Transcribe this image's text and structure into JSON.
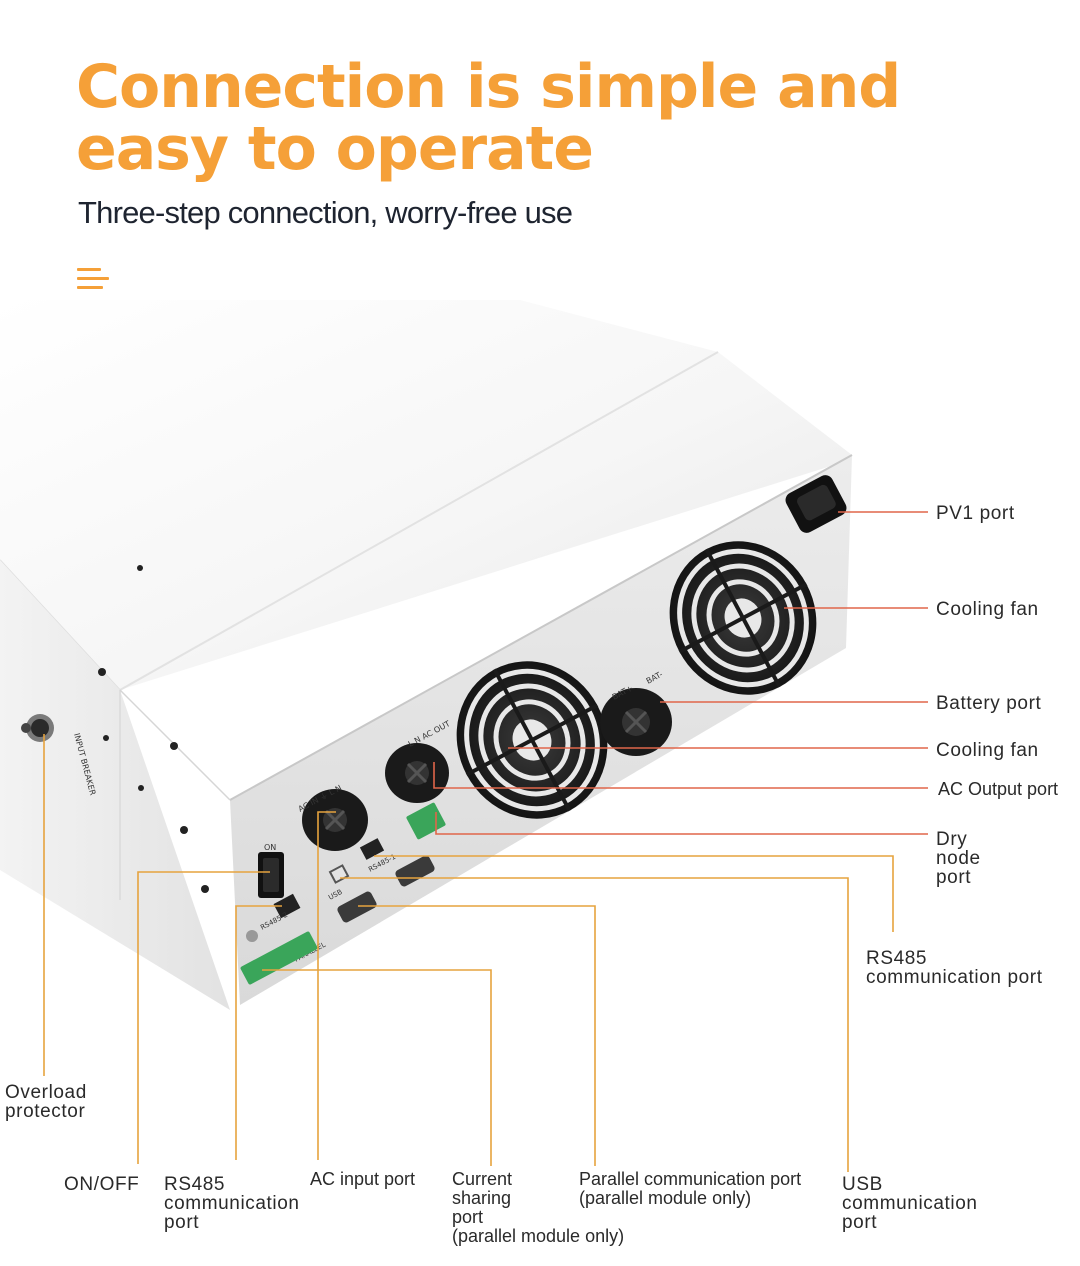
{
  "header": {
    "title": "Connection is simple and easy to operate",
    "subtitle": "Three-step connection, worry-free use"
  },
  "decor": {
    "menu_icon": "menu-icon",
    "accent_color": "#f5a038",
    "line_color_orange": "#e6a33e",
    "line_color_red": "#e0664a"
  },
  "device": {
    "panel_marks": {
      "ac_in": "AC IN ⏚ L N",
      "ac_out": "L N AC OUT",
      "bat_plus": "BAT+",
      "bat_minus": "BAT-",
      "on": "ON",
      "usb": "USB",
      "rs485_1": "RS485-1",
      "rs485_2": "RS485-2",
      "parallel": "PARALLEL",
      "breaker": "INPUT BREAKER"
    }
  },
  "callouts": {
    "pv1_port": "PV1 port",
    "cooling_fan_1": "Cooling fan",
    "battery_port": "Battery port",
    "cooling_fan_2": "Cooling fan",
    "ac_output_port": "AC  Output port",
    "dry_node_port": "Dry\nnode\nport",
    "rs485_comm_right": "RS485\ncommunication port",
    "overload_protector": "Overload\nprotector",
    "on_off": "ON/OFF",
    "rs485_comm_bottom": "RS485\ncommunication\nport",
    "ac_input_port": "AC  input port",
    "current_sharing_port": "Current\nsharing\nport\n(parallel module only)",
    "parallel_comm_port": "Parallel communication port\n(parallel module only)",
    "usb_comm_port": "USB\ncommunication\nport"
  }
}
